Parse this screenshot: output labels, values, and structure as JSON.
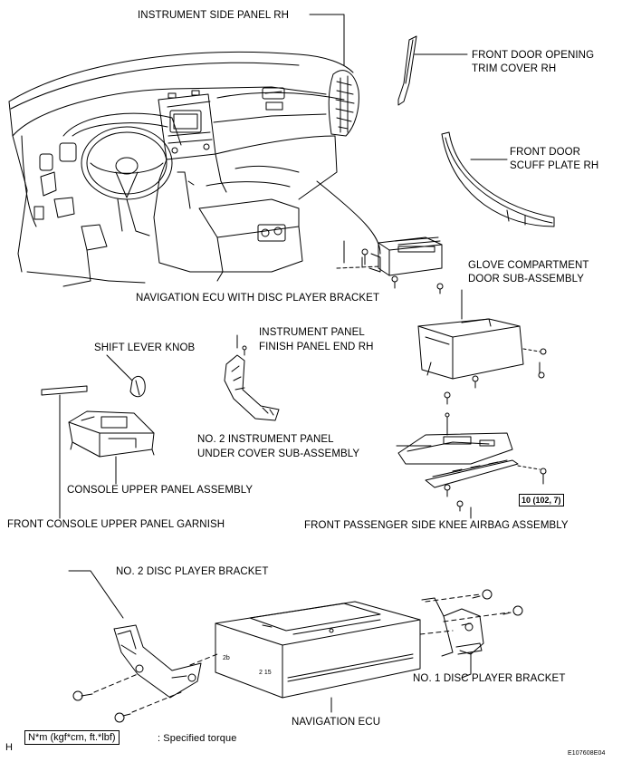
{
  "labels": {
    "instrument_side_panel_rh": "INSTRUMENT SIDE PANEL RH",
    "front_door_opening_trim_cover_rh_1": "FRONT DOOR OPENING",
    "front_door_opening_trim_cover_rh_2": "TRIM COVER RH",
    "front_door_scuff_plate_rh_1": "FRONT DOOR",
    "front_door_scuff_plate_rh_2": "SCUFF PLATE RH",
    "glove_compartment_door_1": "GLOVE COMPARTMENT",
    "glove_compartment_door_2": "DOOR SUB-ASSEMBLY",
    "navigation_ecu_with_bracket": "NAVIGATION ECU WITH DISC PLAYER BRACKET",
    "instrument_panel_finish_end_1": "INSTRUMENT PANEL",
    "instrument_panel_finish_end_2": "FINISH PANEL END RH",
    "shift_lever_knob": "SHIFT LEVER KNOB",
    "no2_under_cover_1": "NO. 2 INSTRUMENT PANEL",
    "no2_under_cover_2": "UNDER COVER SUB-ASSEMBLY",
    "console_upper_panel": "CONSOLE UPPER PANEL ASSEMBLY",
    "front_console_garnish": "FRONT CONSOLE UPPER PANEL GARNISH",
    "knee_airbag": "FRONT PASSENGER SIDE KNEE AIRBAG ASSEMBLY",
    "no2_disc_bracket": "NO. 2 DISC PLAYER BRACKET",
    "no1_disc_bracket": "NO. 1 DISC PLAYER BRACKET",
    "navigation_ecu": "NAVIGATION ECU"
  },
  "torque": "10 (102, 7)",
  "legend": {
    "letter": "H",
    "unit": "N*m (kgf*cm, ft.*lbf)",
    "text": ": Specified torque"
  },
  "figure_code": "E107608E04",
  "ecu_markings": {
    "left": "2b",
    "mid": "2 15"
  }
}
